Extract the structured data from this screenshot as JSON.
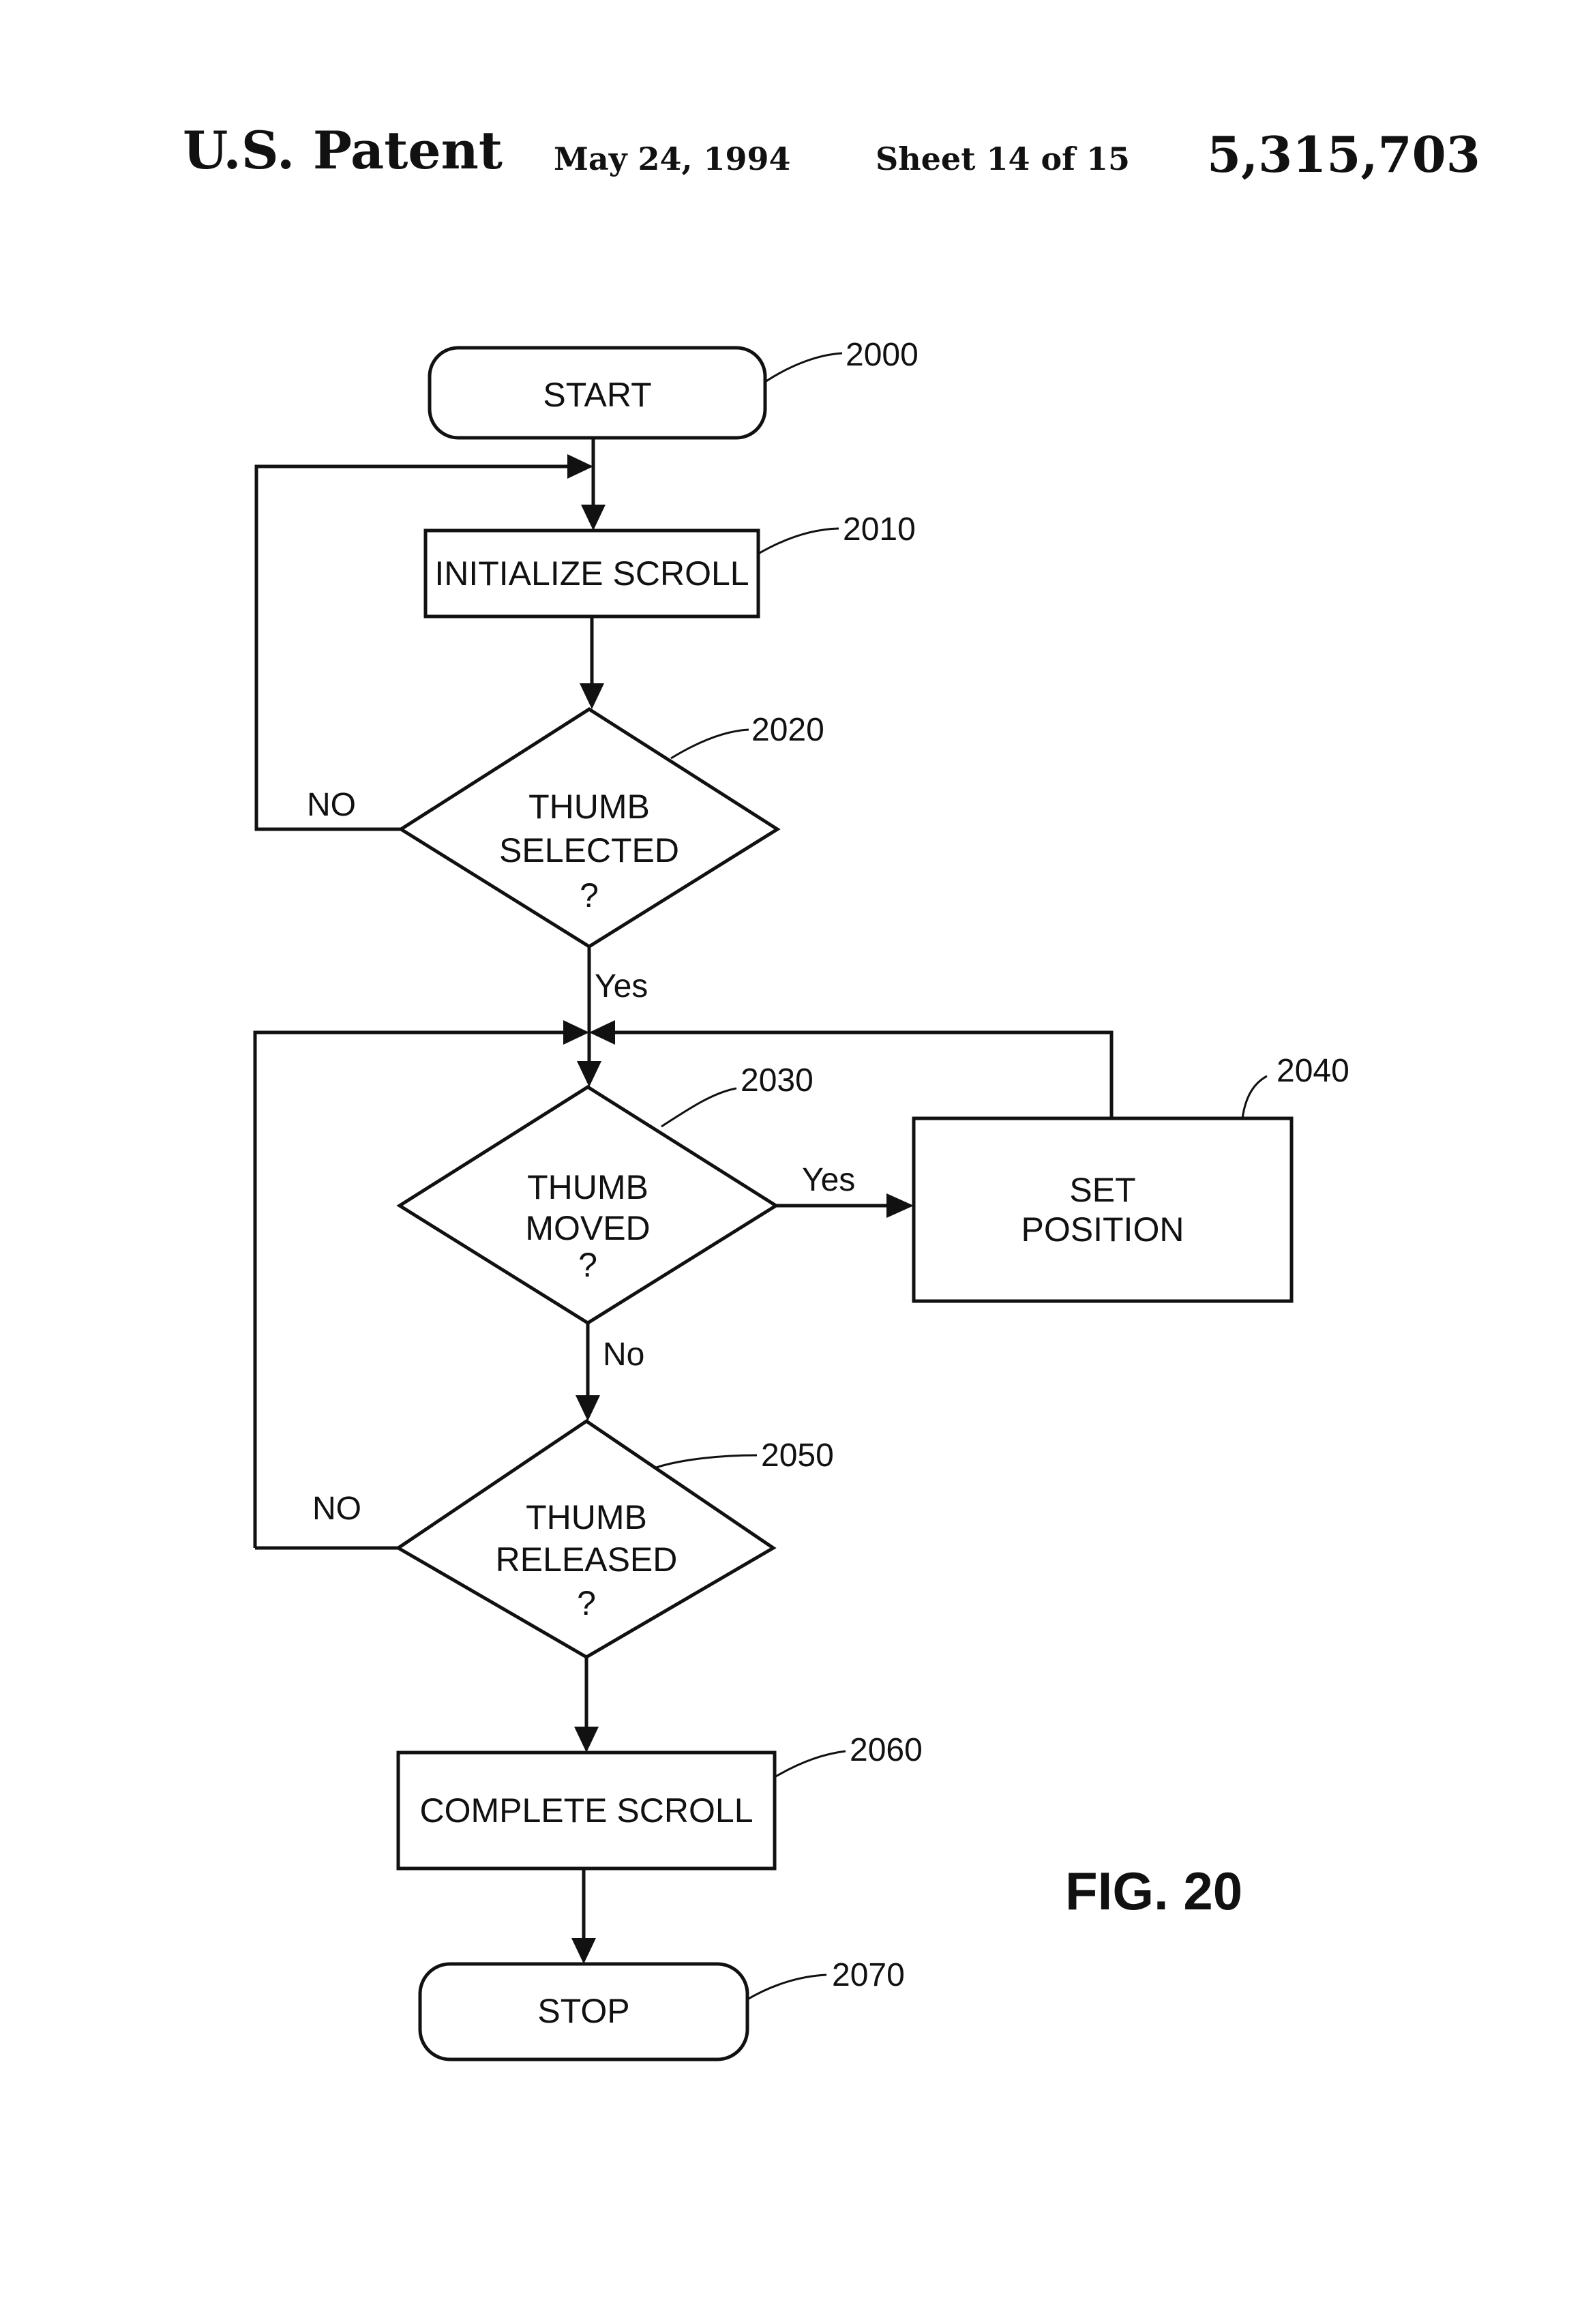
{
  "header": {
    "title": "U.S. Patent",
    "date": "May 24, 1994",
    "sheet": "Sheet 14 of 15",
    "patent_number": "5,315,703"
  },
  "nodes": {
    "start": {
      "label": "START",
      "ref": "2000"
    },
    "initialize_scroll": {
      "label": "INITIALIZE SCROLL",
      "ref": "2010"
    },
    "thumb_selected": {
      "line1": "THUMB",
      "line2": "SELECTED",
      "line3": "?",
      "ref": "2020"
    },
    "thumb_moved": {
      "line1": "THUMB",
      "line2": "MOVED",
      "line3": "?",
      "ref": "2030"
    },
    "set_position": {
      "line1": "SET",
      "line2": "POSITION",
      "ref": "2040"
    },
    "thumb_released": {
      "line1": "THUMB",
      "line2": "RELEASED",
      "line3": "?",
      "ref": "2050"
    },
    "complete_scroll": {
      "label": "COMPLETE SCROLL",
      "ref": "2060"
    },
    "stop": {
      "label": "STOP",
      "ref": "2070"
    }
  },
  "edges": {
    "selected_no": "NO",
    "selected_yes": "Yes",
    "moved_yes": "Yes",
    "moved_no": "No",
    "released_no": "NO"
  },
  "figure_label": "FIG. 20"
}
